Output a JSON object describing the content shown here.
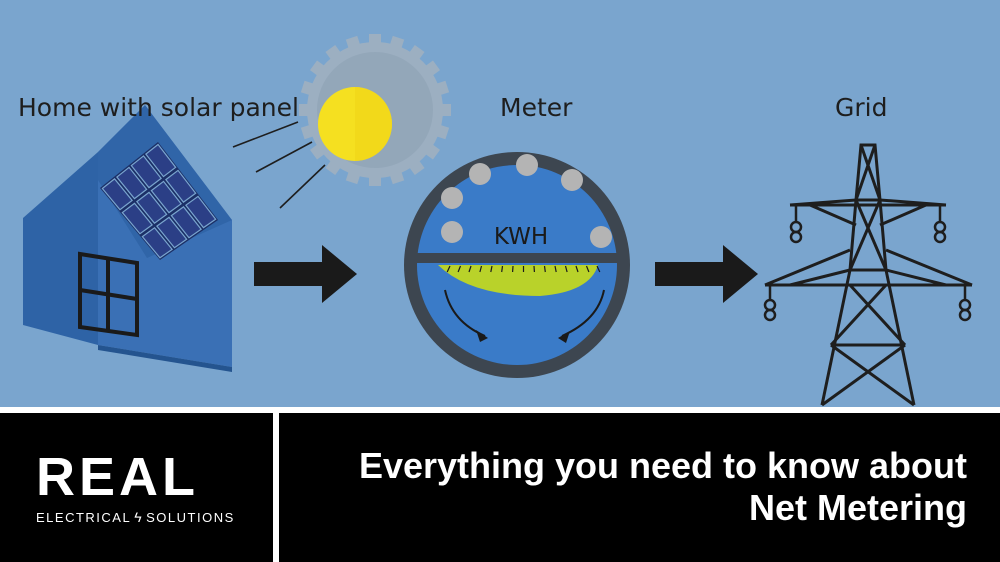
{
  "diagram": {
    "labels": {
      "home": "Home with solar panel",
      "meter": "Meter",
      "grid": "Grid"
    },
    "meter_unit": "KWH",
    "colors": {
      "background": "#7aa5ce",
      "house": "#3a70b5",
      "sun": "#f5e020",
      "meter_dial": "#b9d22a",
      "arrow": "#1a1a1a",
      "tower": "#1e1e1e"
    }
  },
  "footer": {
    "logo": {
      "main": "REAL",
      "sub_left": "ELECTRICAL",
      "bolt": "ϟ",
      "sub_right": "SOLUTIONS"
    },
    "headline": {
      "line1": "Everything you need to know about",
      "line2": "Net Metering"
    }
  }
}
